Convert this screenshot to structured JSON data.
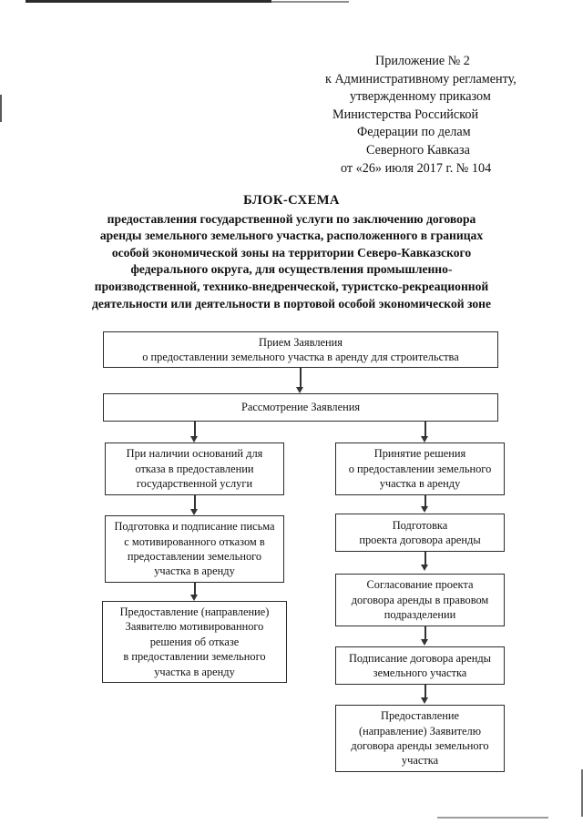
{
  "document": {
    "language": "ru",
    "header_reference": {
      "lines": [
        "Приложение № 2",
        "к Административному регламенту,",
        "утвержденному приказом",
        "Министерства Российской",
        "Федерации по делам",
        "Северного Кавказа",
        "от «26» июля 2017 г. № 104"
      ]
    },
    "title": {
      "heading": "БЛОК-СХЕМА",
      "subtitle_lines": [
        "предоставления государственной услуги по заключению договора",
        "аренды земельного земельного участка, расположенного в границах",
        "особой экономической зоны на территории Северо-Кавказского",
        "федерального округа, для осуществления промышленно-",
        "производственной, технико-внедренческой, туристско-рекреационной",
        "деятельности или деятельности в портовой особой экономической зоне"
      ]
    }
  },
  "flowchart": {
    "type": "flowchart",
    "orientation": "top-down-with-two-branches",
    "nodes": [
      {
        "id": "intake",
        "lines": [
          "Прием Заявления",
          "о предоставлении земельного участка в аренду для строительства"
        ],
        "column": "full"
      },
      {
        "id": "review",
        "lines": [
          "Рассмотрение Заявления"
        ],
        "column": "full"
      },
      {
        "id": "refusal-grounds",
        "lines": [
          "При наличии оснований для",
          "отказа в предоставлении",
          "государственной услуги"
        ],
        "column": "left"
      },
      {
        "id": "refusal-letter",
        "lines": [
          "Подготовка и подписание письма",
          "с мотивированного отказом в",
          "предоставлении земельного",
          "участка в аренду"
        ],
        "column": "left"
      },
      {
        "id": "refusal-delivery",
        "lines": [
          "Предоставление (направление)",
          "Заявителю мотивированного",
          "решения об отказе",
          "в предоставлении земельного",
          "участка в аренду"
        ],
        "column": "left"
      },
      {
        "id": "decision-grant",
        "lines": [
          "Принятие решения",
          "о предоставлении земельного",
          "участка в аренду"
        ],
        "column": "right"
      },
      {
        "id": "draft-contract",
        "lines": [
          "Подготовка",
          "проекта договора аренды"
        ],
        "column": "right"
      },
      {
        "id": "legal-approval",
        "lines": [
          "Согласование проекта",
          "договора аренды в правовом",
          "подразделении"
        ],
        "column": "right"
      },
      {
        "id": "sign-contract",
        "lines": [
          "Подписание договора аренды",
          "земельного участка"
        ],
        "column": "right"
      },
      {
        "id": "deliver-contract",
        "lines": [
          "Предоставление",
          "(направление) Заявителю",
          "договора аренды земельного",
          "участка"
        ],
        "column": "right"
      }
    ]
  }
}
